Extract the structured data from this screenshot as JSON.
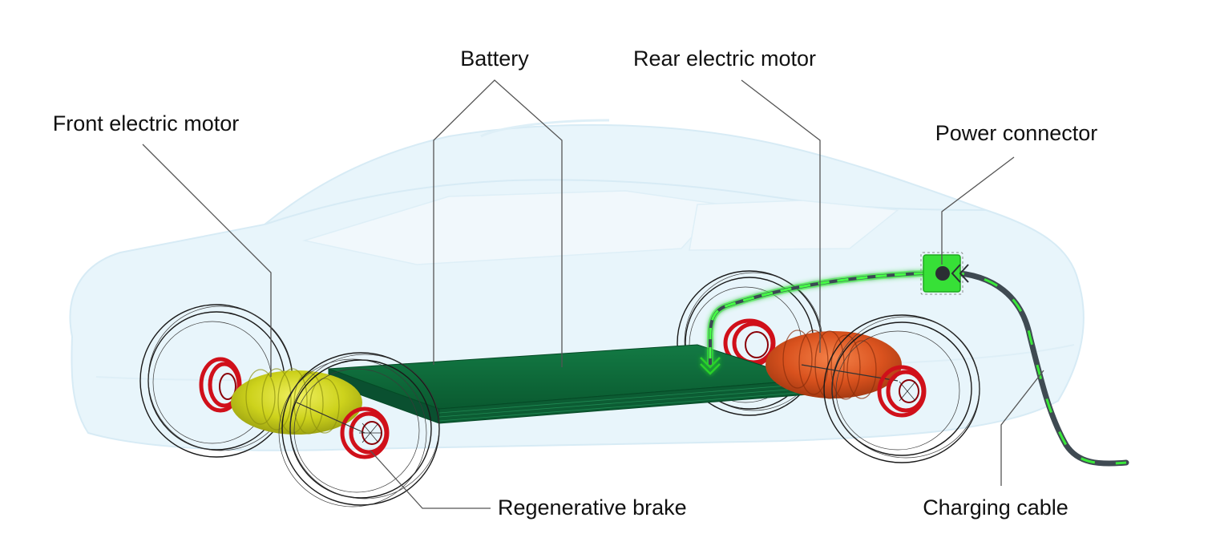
{
  "labels": {
    "battery": "Battery",
    "rear_motor": "Rear electric motor",
    "front_motor": "Front electric motor",
    "power_connector": "Power connector",
    "regenerative_brake": "Regenerative brake",
    "charging_cable": "Charging cable"
  },
  "colors": {
    "car_body": "#cfe9f5",
    "battery": "#0e6a3a",
    "front_motor": "#c9d21a",
    "rear_motor": "#d9521e",
    "brake": "#d0101a",
    "cable": "#3f4a52",
    "energy_glow": "#22e022"
  }
}
